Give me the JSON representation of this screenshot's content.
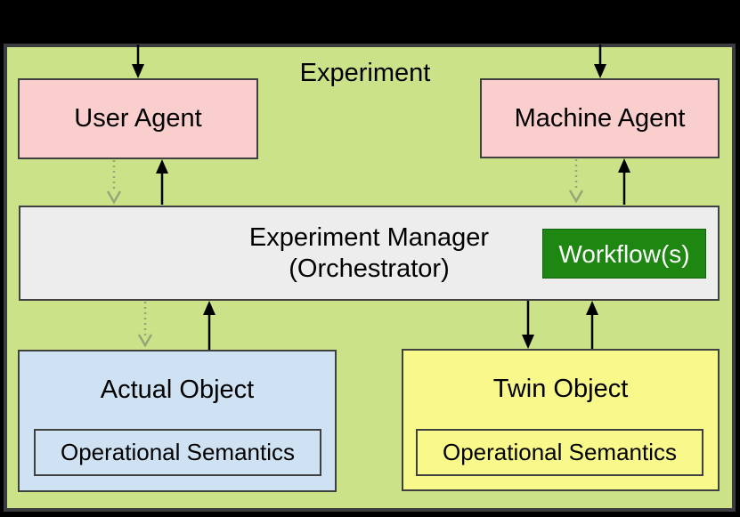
{
  "diagram": {
    "title": "Experiment",
    "nodes": {
      "user_agent": {
        "label": "User Agent"
      },
      "machine_agent": {
        "label": "Machine Agent"
      },
      "experiment_manager": {
        "line1": "Experiment Manager",
        "line2": "(Orchestrator)"
      },
      "workflow": {
        "label": "Workflow(s)"
      },
      "actual_object": {
        "label": "Actual Object",
        "sublabel": "Operational Semantics"
      },
      "twin_object": {
        "label": "Twin Object",
        "sublabel": "Operational Semantics"
      }
    },
    "colors": {
      "page_background": "#000000",
      "canvas": "#cbe289",
      "agent_fill": "#f9cecc",
      "manager_fill": "#ededed",
      "workflow_fill": "#1d8712",
      "workflow_text": "#ffffff",
      "actual_fill": "#cfe2f3",
      "twin_fill": "#f9f88b",
      "border": "#404040",
      "text": "#000000",
      "arrow_solid": "#000000",
      "arrow_dotted": "#97a678"
    }
  }
}
